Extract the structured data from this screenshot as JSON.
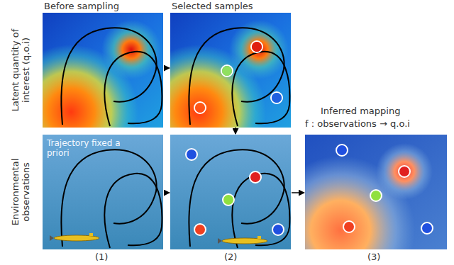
{
  "diagram": {
    "labels": [
      "Before sampling",
      "Selected samples",
      "Latent quantity of interest (q.o.i)",
      "Environmental observations",
      "Trajectory fixed a priori",
      "Inferred mapping",
      "f : observations → q.o.i",
      "(1)",
      "(2)",
      "(3)"
    ]
  }
}
